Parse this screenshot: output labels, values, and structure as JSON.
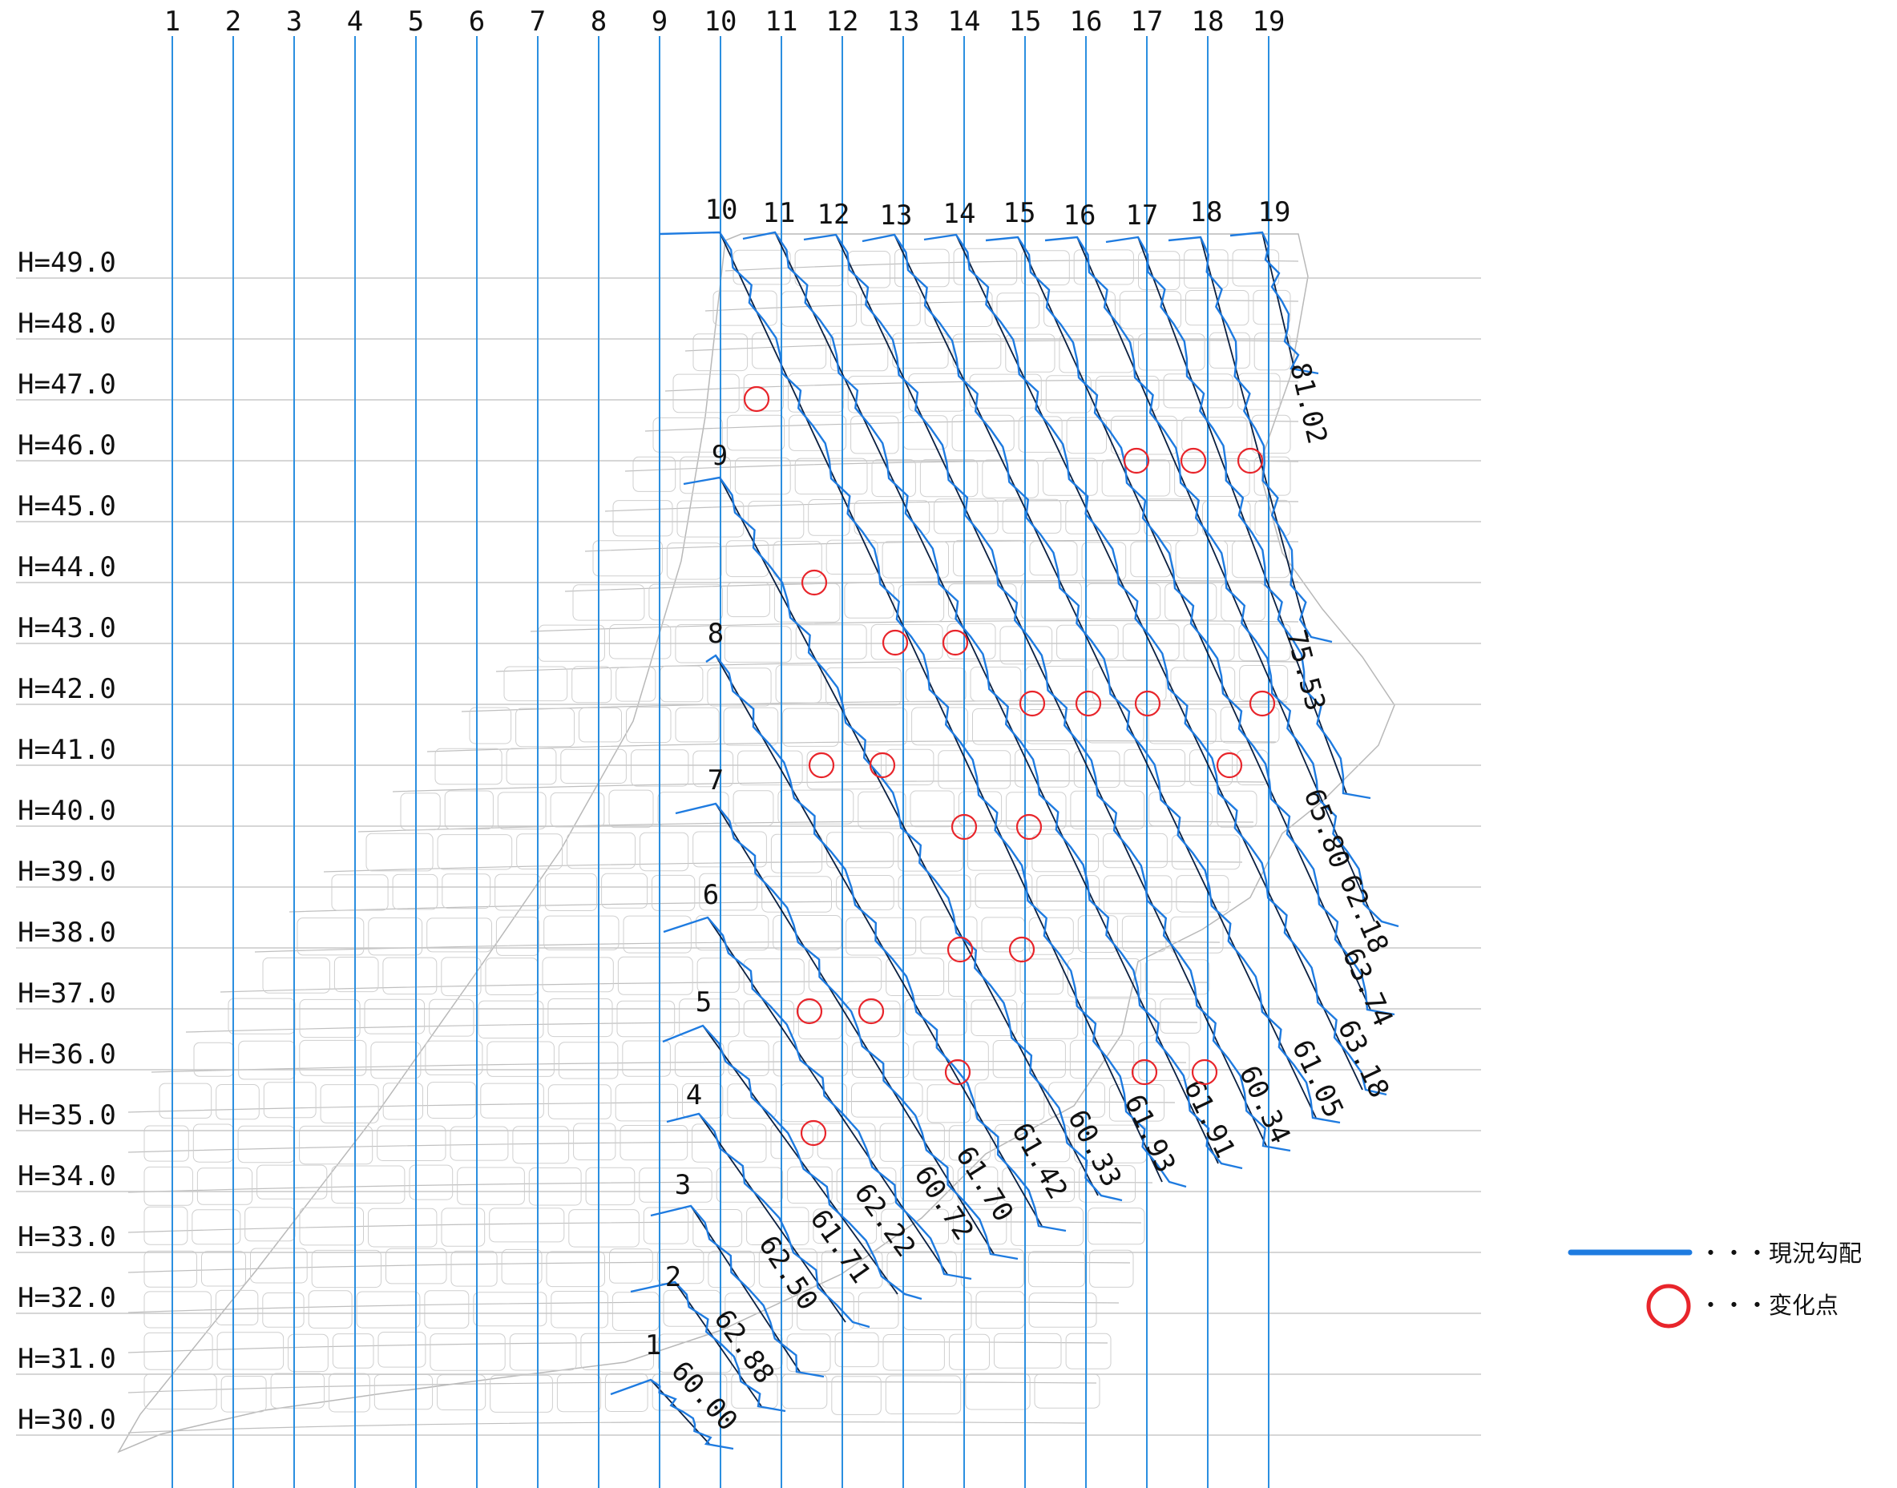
{
  "diagram": {
    "column_labels": [
      "1",
      "2",
      "3",
      "4",
      "5",
      "6",
      "7",
      "8",
      "9",
      "10",
      "11",
      "12",
      "13",
      "14",
      "15",
      "16",
      "17",
      "18",
      "19"
    ],
    "elevation_labels": [
      "H=49.0",
      "H=48.0",
      "H=47.0",
      "H=46.0",
      "H=45.0",
      "H=44.0",
      "H=43.0",
      "H=42.0",
      "H=41.0",
      "H=40.0",
      "H=39.0",
      "H=38.0",
      "H=37.0",
      "H=36.0",
      "H=35.0",
      "H=34.0",
      "H=33.0",
      "H=32.0",
      "H=31.0",
      "H=30.0"
    ],
    "sections": [
      {
        "label": "1",
        "angle": "60.00"
      },
      {
        "label": "2",
        "angle": "62.88"
      },
      {
        "label": "3",
        "angle": "62.50"
      },
      {
        "label": "4",
        "angle": "61.71"
      },
      {
        "label": "5",
        "angle": "62.22"
      },
      {
        "label": "6",
        "angle": "60.72"
      },
      {
        "label": "7",
        "angle": "61.70"
      },
      {
        "label": "8",
        "angle": "61.42"
      },
      {
        "label": "9",
        "angle": "60.33"
      },
      {
        "label": "10",
        "angle": "61.93"
      },
      {
        "label": "11",
        "angle": "61.91"
      },
      {
        "label": "12",
        "angle": "60.34"
      },
      {
        "label": "13",
        "angle": "61.05"
      },
      {
        "label": "14",
        "angle": "63.18"
      },
      {
        "label": "15",
        "angle": "63.74"
      },
      {
        "label": "16",
        "angle": "62.18"
      },
      {
        "label": "17",
        "angle": "65.80"
      },
      {
        "label": "18",
        "angle": "75.53"
      },
      {
        "label": "19",
        "angle": "81.02"
      }
    ],
    "legend": [
      {
        "symbol": "blue-line",
        "text": "・・・現況勾配"
      },
      {
        "symbol": "red-circle",
        "text": "・・・変化点"
      }
    ],
    "colors": {
      "grid": "#2b8fe0",
      "elevation_line": "#c8c8c8",
      "current_slope": "#1e7be0",
      "design_line": "#0a1f40",
      "change_point": "#e8252b",
      "stone_outline": "#bfbfbf"
    }
  }
}
